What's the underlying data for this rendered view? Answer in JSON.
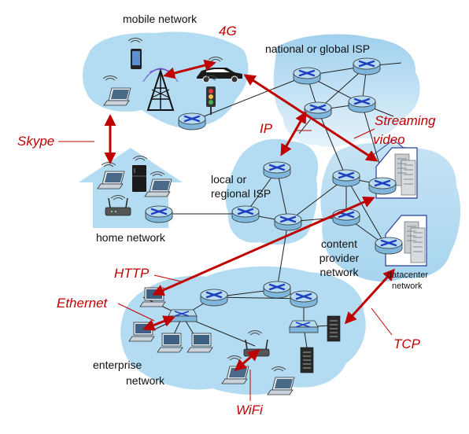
{
  "colors": {
    "cloud_fill": "#b3dcf2",
    "cloud_light": "#d6ecf8",
    "router_fill": "#9ccbe8",
    "router_x": "#1f3fbf",
    "accent_red": "#c00000",
    "link": "#222222"
  },
  "labels": {
    "mobile_network": "mobile network",
    "national_isp": "national or global ISP",
    "local_isp_line1": "local or",
    "local_isp_line2": "regional ISP",
    "home_network": "home network",
    "content_line1": "content",
    "content_line2": "provider",
    "content_line3": "network",
    "datacenter_line1": "datacenter",
    "datacenter_line2": "network",
    "enterprise_line1": "enterprise",
    "enterprise_line2": "network"
  },
  "protocols": {
    "4g": "4G",
    "skype": "Skype",
    "ip": "IP",
    "streaming_line1": "Streaming",
    "streaming_line2": "video",
    "http": "HTTP",
    "ethernet": "Ethernet",
    "tcp": "TCP",
    "wifi": "WiFi"
  },
  "icons": [
    "router-icon",
    "cell-tower-icon",
    "smartphone-icon",
    "laptop-icon",
    "car-icon",
    "traffic-light-icon",
    "desktop-icon",
    "wifi-router-icon",
    "server-icon",
    "datacenter-icon",
    "fridge-icon",
    "house-icon",
    "switch-icon"
  ]
}
